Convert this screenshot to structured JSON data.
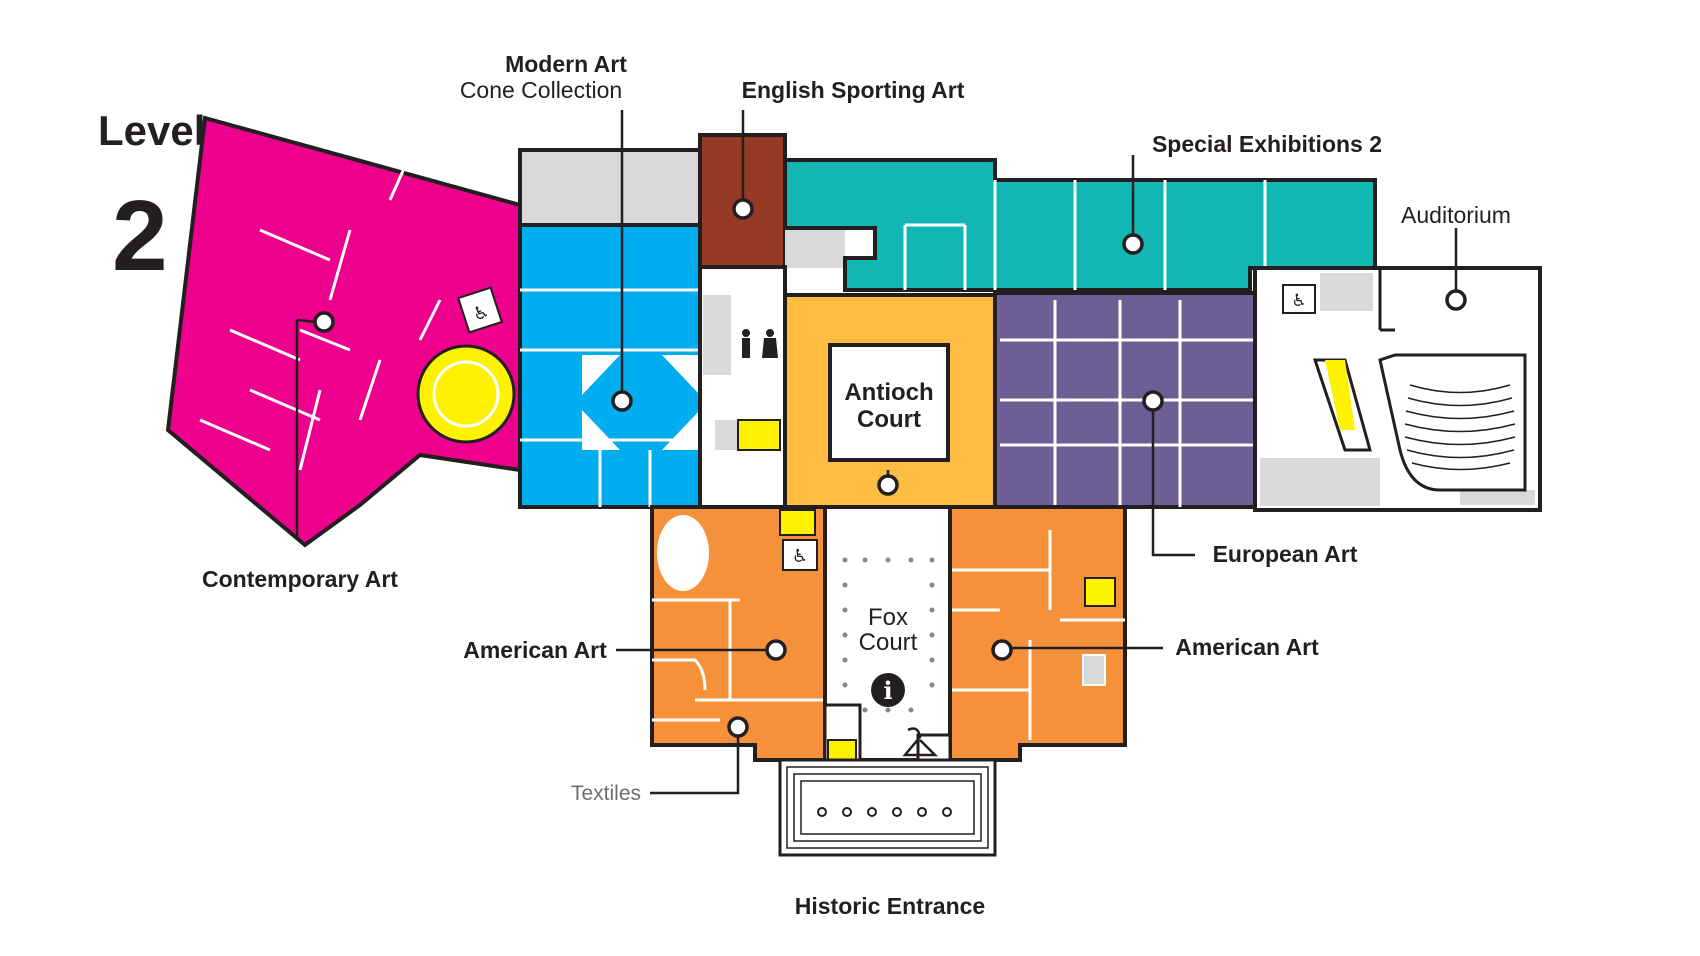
{
  "level": {
    "word": "Level",
    "number": "2"
  },
  "colors": {
    "contemporary": "#ec008c",
    "modern": "#00aeef",
    "sporting": "#953a24",
    "special": "#12b7b4",
    "antioch": "#fdbd43",
    "european": "#6d5e96",
    "american": "#f6913b",
    "circulation": "#d9d9db",
    "stairs": "#fff200",
    "outline": "#231f20"
  },
  "labels": {
    "modern_art": "Modern Art",
    "cone_collection": "Cone Collection",
    "english_sporting": "English Sporting Art",
    "special_exhibitions": "Special Exhibitions 2",
    "auditorium": "Auditorium",
    "contemporary_art": "Contemporary Art",
    "european_art": "European Art",
    "american_art_left": "American Art",
    "american_art_right": "American Art",
    "textiles": "Textiles",
    "historic_entrance": "Historic Entrance"
  },
  "courts": {
    "antioch_line1": "Antioch",
    "antioch_line2": "Court",
    "fox_line1": "Fox",
    "fox_line2": "Court"
  },
  "icons": {
    "info": "i",
    "elevator": "elevator-icon",
    "restroom": "restroom-icon",
    "coat_check": "coat-check-icon",
    "stairs": "stairs-icon",
    "entrance_arrow": "arrow-up-icon"
  }
}
